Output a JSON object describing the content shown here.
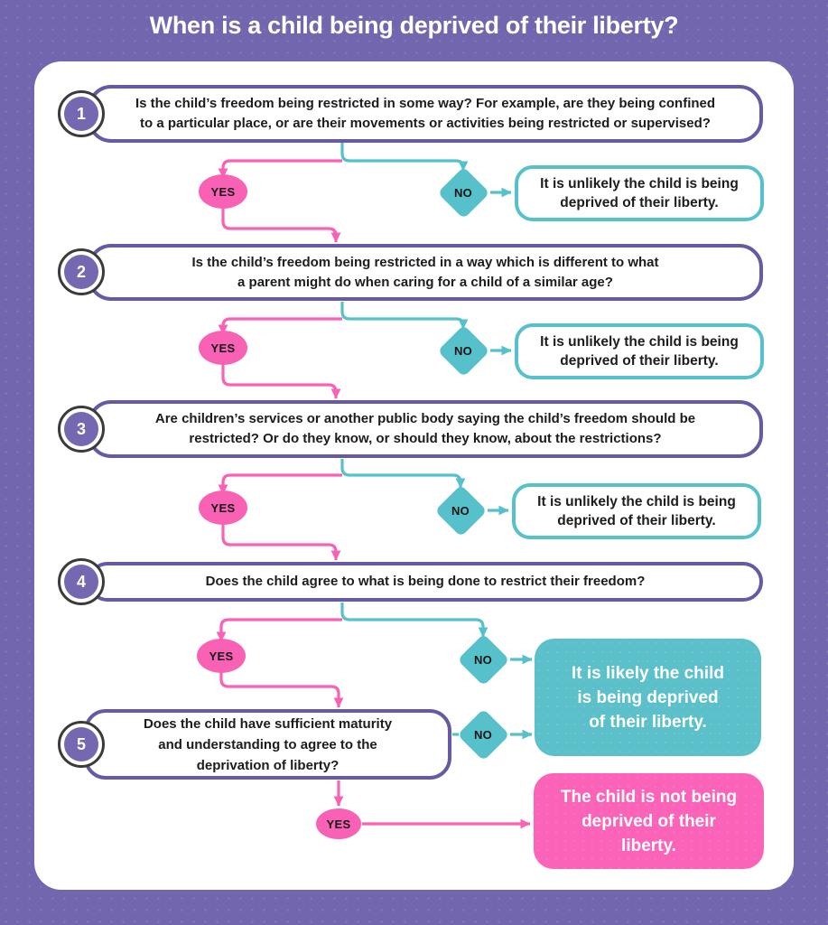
{
  "title": "When is a child being deprived of their liberty?",
  "labels": {
    "yes": "YES",
    "no": "NO"
  },
  "steps": [
    {
      "number": "1",
      "question": [
        "Is the child’s freedom being restricted in some way? For example, are they being confined",
        "to a particular place, or are their movements or activities being restricted or supervised?"
      ]
    },
    {
      "number": "2",
      "question": [
        "Is the child’s freedom being restricted in a way which is different to what",
        "a parent might do when caring for a child of a similar age?"
      ]
    },
    {
      "number": "3",
      "question": [
        "Are children’s services or another public body saying the child’s freedom should be",
        "restricted? Or do they know, or should they know, about the restrictions?"
      ]
    },
    {
      "number": "4",
      "question": [
        "Does the child agree to what is being done to restrict their freedom?"
      ]
    },
    {
      "number": "5",
      "question": [
        "Does the child have sufficient maturity",
        "and understanding to agree to the",
        "deprivation of liberty?"
      ]
    }
  ],
  "outcomes": {
    "unlikely": [
      "It is unlikely the child is being",
      "deprived of their liberty."
    ],
    "likely": [
      "It is likely the child",
      "is being deprived",
      "of their liberty."
    ],
    "not_deprived": [
      "The child is not being",
      "deprived of their",
      "liberty."
    ]
  },
  "colors": {
    "background_purple": "#7266ae",
    "box_border_purple": "#675aa4",
    "badge_purple": "#7567b0",
    "pink": "#f961b5",
    "pink_box": "#fb63b8",
    "teal": "#56c0cb",
    "teal_box": "#5cc0ca",
    "text_dark": "#1c1c1c",
    "white": "#ffffff"
  }
}
